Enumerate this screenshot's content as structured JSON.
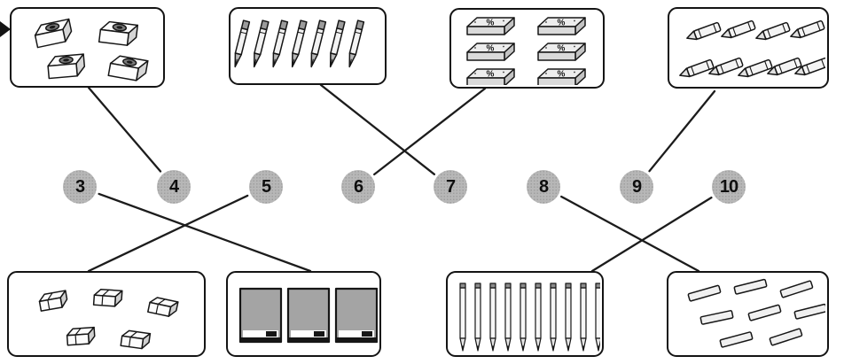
{
  "worksheet": {
    "kind": "count-and-match",
    "numbers": [
      "3",
      "4",
      "5",
      "6",
      "7",
      "8",
      "9",
      "10"
    ],
    "colors": {
      "number_circle": "#b7b7b7",
      "number_text": "#0e0e0e",
      "match_line": "#1c1c1c",
      "box_border": "#141414",
      "background": "#ffffff"
    },
    "top_boxes": [
      {
        "item": "pencil-sharpener",
        "count": 4,
        "matched_number": "4"
      },
      {
        "item": "pen",
        "count": 7,
        "matched_number": "7"
      },
      {
        "item": "banknote",
        "count": 6,
        "matched_number": "6"
      },
      {
        "item": "crayon",
        "count": 9,
        "matched_number": "9"
      }
    ],
    "bottom_boxes": [
      {
        "item": "eraser",
        "count": 5,
        "matched_number": "5"
      },
      {
        "item": "notebook",
        "count": 3,
        "matched_number": "3"
      },
      {
        "item": "pencil",
        "count": 10,
        "matched_number": "10"
      },
      {
        "item": "chalk-stick",
        "count": 8,
        "matched_number": "8"
      }
    ],
    "banknote_symbol": "%"
  }
}
